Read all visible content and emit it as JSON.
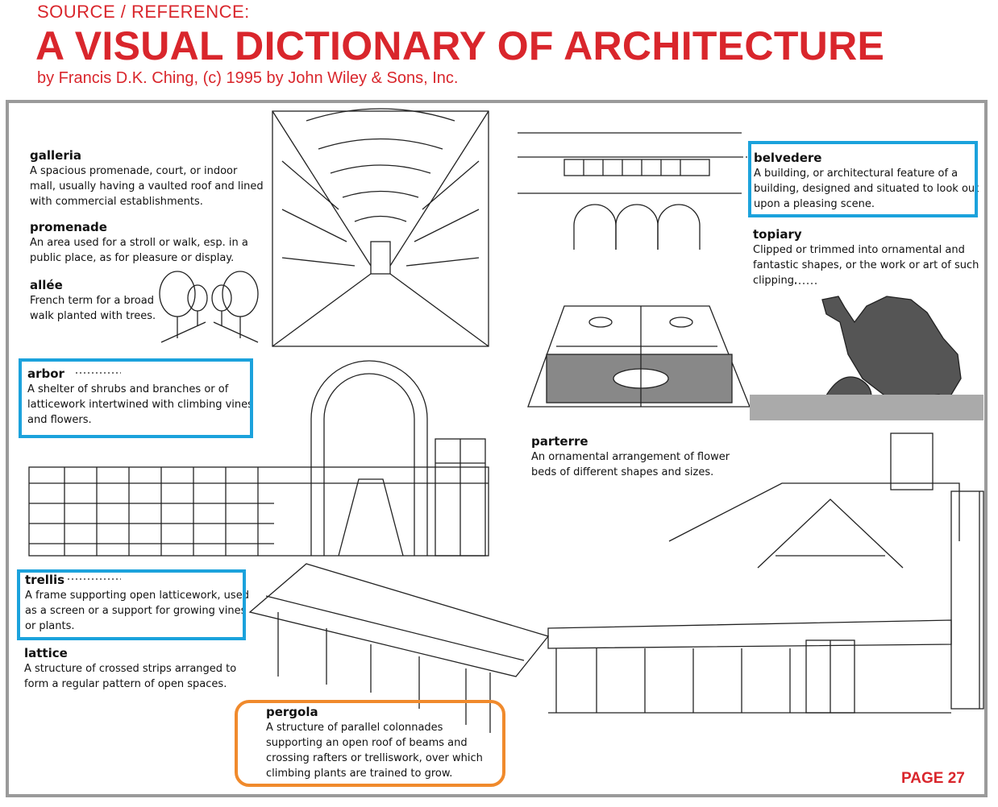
{
  "header": {
    "source_label": "SOURCE / REFERENCE:",
    "title": "A VISUAL DICTIONARY OF ARCHITECTURE",
    "byline": "by Francis D.K. Ching,   (c) 1995 by John Wiley & Sons, Inc."
  },
  "terms": {
    "galleria": {
      "word": "galleria",
      "def": "A spacious promenade, court, or indoor\nmall, usually having a vaulted roof and lined\nwith commercial establishments."
    },
    "promenade": {
      "word": "promenade",
      "def": "An area used for a stroll or walk, esp. in a\npublic place, as for pleasure or display."
    },
    "allee": {
      "word": "allée",
      "def": "French term for a broad\nwalk planted with trees."
    },
    "arbor": {
      "word": "arbor",
      "def": "A shelter of shrubs and branches or of\nlatticework intertwined with climbing vines\nand flowers."
    },
    "trellis": {
      "word": "trellis",
      "def": "A frame supporting open latticework, used\nas a screen or a support for growing vines\nor plants."
    },
    "lattice": {
      "word": "lattice",
      "def": "A structure of crossed strips arranged to\nform a regular pattern of open spaces."
    },
    "pergola": {
      "word": "pergola",
      "def": "A structure of parallel colonnades\nsupporting an open roof of beams and\ncrossing rafters or trelliswork, over which\nclimbing plants are trained to grow."
    },
    "belvedere": {
      "word": "belvedere",
      "def": "A building, or architectural feature of a\nbuilding, designed and situated to look out\nupon a pleasing scene."
    },
    "topiary": {
      "word": "topiary",
      "def": "Clipped or trimmed into ornamental and\nfantastic shapes, or the work or art of such\nclipping."
    },
    "parterre": {
      "word": "parterre",
      "def": "An ornamental arrangement of flower\nbeds of different shapes and sizes."
    }
  },
  "page_label": "PAGE 27",
  "colors": {
    "title_red": "#d9262c",
    "highlight_blue": "#1ba2dc",
    "highlight_orange": "#f08a2c",
    "frame_gray": "#9a9a9a"
  }
}
